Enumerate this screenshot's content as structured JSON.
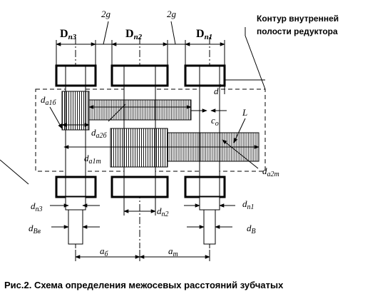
{
  "labels": {
    "Dn3": {
      "base": "D",
      "sub": "п3"
    },
    "Dn2": {
      "base": "D",
      "sub": "п2"
    },
    "Dn1": {
      "base": "D",
      "sub": "п1"
    },
    "gap_left": "2g",
    "gap_right": "2g",
    "contour_line1": "Контур внутренней",
    "contour_line2": "полости редуктора",
    "d_star": {
      "base": "d",
      "sup": "*"
    },
    "L": "L",
    "c0": {
      "base": "c",
      "sub": "о"
    },
    "da1b": {
      "base": "d",
      "sub": "a1б"
    },
    "da2b": {
      "base": "d",
      "sub": "a2б"
    },
    "da1t": {
      "base": "d",
      "sub": "a1т"
    },
    "da2t": {
      "base": "d",
      "sub": "a2т"
    },
    "dp3": {
      "base": "d",
      "sub": "п3"
    },
    "dp2": {
      "base": "d",
      "sub": "п2"
    },
    "dp1": {
      "base": "d",
      "sub": "п1"
    },
    "dBv": {
      "base": "d",
      "sub": "Вв"
    },
    "dB": {
      "base": "d",
      "sub": "В"
    },
    "ab": {
      "base": "a",
      "sub": "б"
    },
    "at": {
      "base": "a",
      "sub": "т"
    }
  },
  "caption": "Рис.2. Схема определения межосевых расстояний зубчатых"
}
